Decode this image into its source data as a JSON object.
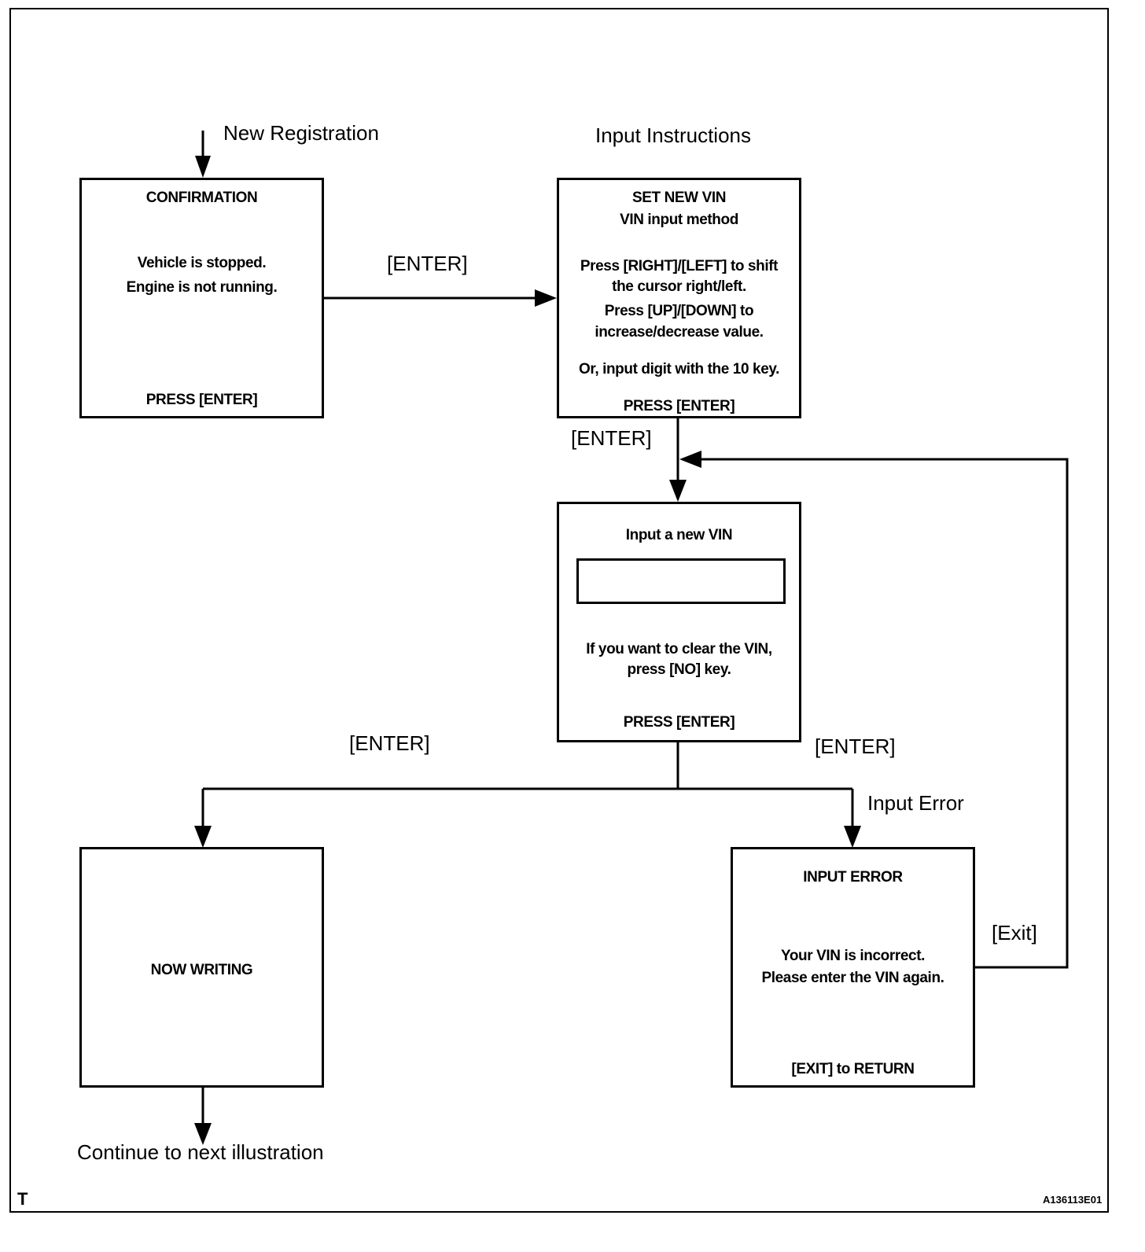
{
  "labels": {
    "new_registration": "New Registration",
    "input_instructions": "Input Instructions",
    "enter_1": "[ENTER]",
    "enter_2": "[ENTER]",
    "enter_3": "[ENTER]",
    "enter_4": "[ENTER]",
    "input_error": "Input Error",
    "exit": "[Exit]",
    "continue": "Continue to next illustration"
  },
  "screens": {
    "confirmation": {
      "title": "CONFIRMATION",
      "line1": "Vehicle is stopped.",
      "line2": "Engine is not running.",
      "footer": "PRESS [ENTER]"
    },
    "set_new_vin": {
      "title": "SET NEW VIN",
      "subtitle": "VIN input method",
      "line1": "Press [RIGHT]/[LEFT] to shift",
      "line2": "the cursor right/left.",
      "line3": "Press [UP]/[DOWN]  to",
      "line4": "increase/decrease value.",
      "line5": "Or, input digit with the 10 key.",
      "footer": "PRESS [ENTER]"
    },
    "input_vin": {
      "title": "Input a new VIN",
      "field_value": "",
      "line1": "If you want to clear the VIN,",
      "line2": "press [NO] key.",
      "footer": "PRESS [ENTER]"
    },
    "now_writing": {
      "title": "NOW WRITING"
    },
    "input_error": {
      "title": "INPUT  ERROR",
      "line1": "Your VIN is incorrect.",
      "line2": "Please enter the VIN again.",
      "footer": "[EXIT] to RETURN"
    }
  },
  "corner": {
    "left": "T",
    "right": "A136113E01"
  }
}
